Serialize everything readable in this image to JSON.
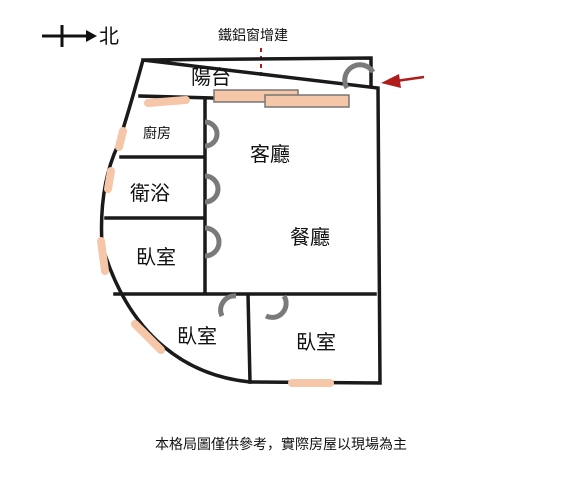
{
  "compass": {
    "label": "北"
  },
  "annotation": {
    "label": "鐵鋁窗增建"
  },
  "rooms": {
    "balcony": "陽台",
    "kitchen": "廚房",
    "living": "客廳",
    "bath": "衛浴",
    "dining": "餐廳",
    "bedroom_left": "臥室",
    "bedroom_bottom": "臥室",
    "bedroom_right": "臥室"
  },
  "note": {
    "text": "本格局圖僅供參考，實際房屋以現場為主"
  },
  "colors": {
    "wall": "#1a1a1a",
    "door": "#7a7a7a",
    "window": "#f5c6a8",
    "arrow": "#b01c1c"
  }
}
